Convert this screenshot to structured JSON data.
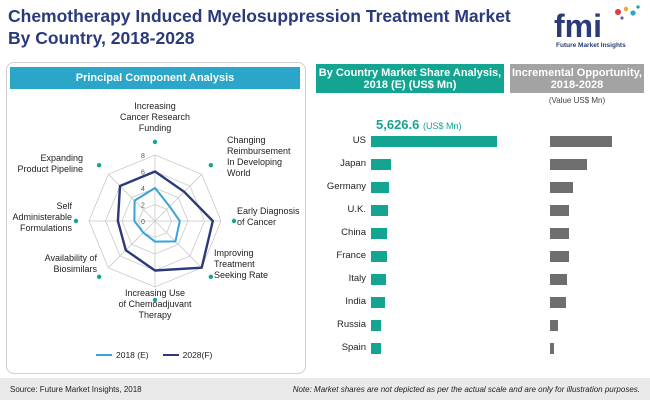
{
  "title": "Chemotherapy Induced Myelosuppression Treatment Market By Country, 2018-2028",
  "logo": {
    "mark": "fmi",
    "tagline": "Future Market Insights"
  },
  "pca_banner": "Principal Component Analysis",
  "share_banner": "By Country Market Share Analysis, 2018 (E) (US$ Mn)",
  "incr_banner": "Incremental Opportunity, 2018-2028",
  "incr_sub": "(Value US$ Mn)",
  "colors": {
    "teal": "#13a592",
    "blue": "#2ba6c9",
    "navy": "#2a3a7a",
    "gray": "#a3a3a3",
    "dark_gray": "#6e6e6e",
    "light_blue": "#3aa3d6"
  },
  "chart_data": [
    {
      "type": "radar",
      "axes": [
        "Increasing Cancer Research Funding",
        "Changing Reimbursement In Developing World",
        "Early Diagnosis of Cancer",
        "Improving Treatment Seeking Rate",
        "Increasing Use of Chemoadjuvant Therapy",
        "Availability of Biosimilars",
        "Self Administerable Formulations",
        "Expanding Product Pipeline"
      ],
      "axis_label_lines": [
        [
          "Increasing",
          "Cancer Research",
          "Funding"
        ],
        [
          "Changing",
          "Reimbursement",
          "In Developing",
          "World"
        ],
        [
          "Early Diagnosis",
          "of Cancer"
        ],
        [
          "Improving",
          "Treatment",
          "Seeking Rate"
        ],
        [
          "Increasing Use",
          "of Chemoadjuvant",
          "Therapy"
        ],
        [
          "Availability of",
          "Biosimilars"
        ],
        [
          "Self",
          "Administerable",
          "Formulations"
        ],
        [
          "Expanding",
          "Product Pipeline"
        ]
      ],
      "ticks": [
        "0",
        "2",
        "4",
        "6",
        "8"
      ],
      "rmax": 8,
      "series": [
        {
          "name": "2018 (E)",
          "values": [
            4,
            2.5,
            3,
            3.5,
            2.5,
            2,
            2.5,
            3.5
          ]
        },
        {
          "name": "2028(F)",
          "values": [
            6,
            5,
            7,
            8,
            6,
            5,
            4.5,
            6
          ]
        }
      ]
    },
    {
      "type": "bar",
      "title": "By Country Market Share Analysis, 2018 (E) (US$ Mn)",
      "categories": [
        "US",
        "Japan",
        "Germany",
        "U.K.",
        "China",
        "France",
        "Italy",
        "India",
        "Russia",
        "Spain"
      ],
      "values": [
        5626.6,
        800,
        720,
        670,
        650,
        620,
        600,
        560,
        390,
        340
      ],
      "data_label": "5,626.6",
      "data_label_unit": "(US$ Mn)"
    },
    {
      "type": "bar",
      "title": "Incremental Opportunity, 2018-2028",
      "unit": "(Value US$ Mn)",
      "categories": [
        "US",
        "Japan",
        "Germany",
        "U.K.",
        "China",
        "France",
        "Italy",
        "India",
        "Russia",
        "Spain"
      ],
      "values": [
        100,
        60,
        37,
        30,
        30,
        30,
        28,
        25,
        13,
        7
      ]
    }
  ],
  "footer": {
    "source": "Source: Future Market Insights, 2018",
    "note": "Note: Market shares are not depicted as per the actual scale and are only for illustration purposes."
  }
}
